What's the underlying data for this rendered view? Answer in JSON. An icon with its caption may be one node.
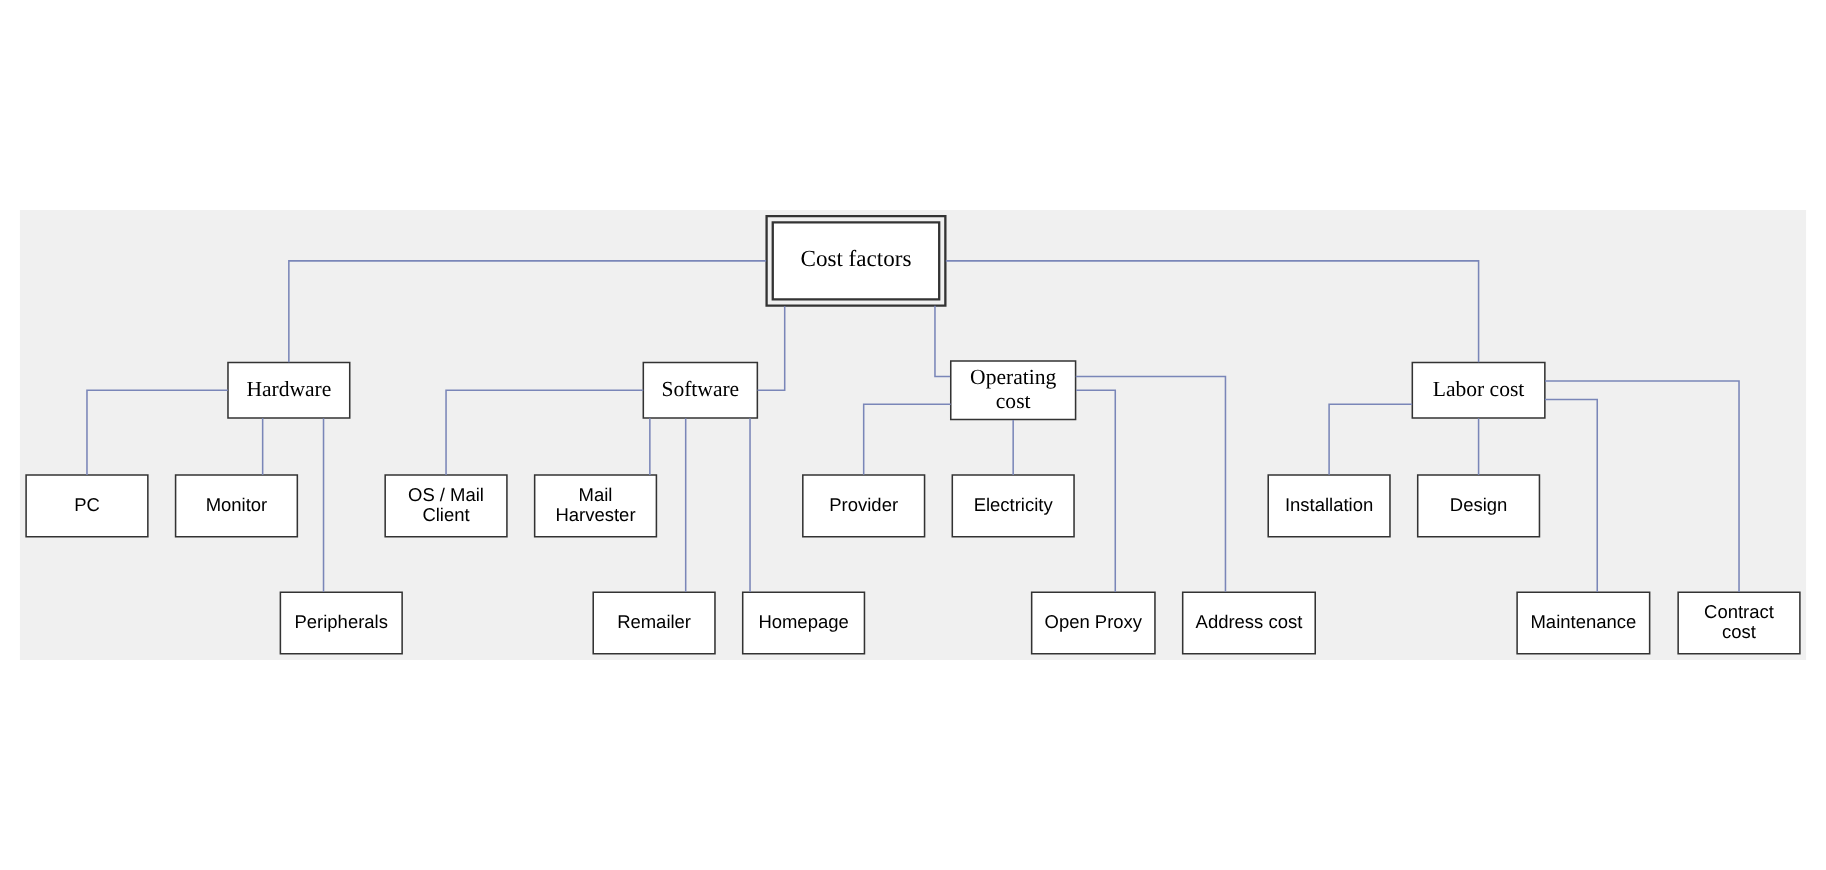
{
  "diagram": {
    "nodes": [
      {
        "text": [
          "Cost factors"
        ]
      },
      {
        "text": [
          "Hardware"
        ]
      },
      {
        "text": [
          "Software"
        ]
      },
      {
        "text": [
          "Operating cost"
        ]
      },
      {
        "text": [
          "Labor cost"
        ]
      },
      {
        "text": [
          "PC"
        ]
      },
      {
        "text": [
          "Monitor"
        ]
      },
      {
        "text": [
          "Peripherals"
        ]
      },
      {
        "text": [
          "OS / Mail Client"
        ]
      },
      {
        "text": [
          "Mail Harvester"
        ]
      },
      {
        "text": [
          "Remailer"
        ]
      },
      {
        "text": [
          "Homepage"
        ]
      },
      {
        "text": [
          "Provider"
        ]
      },
      {
        "text": [
          "Electricity"
        ]
      },
      {
        "text": [
          "Open Proxy"
        ]
      },
      {
        "text": [
          "Address cost"
        ]
      },
      {
        "text": [
          "Installation"
        ]
      },
      {
        "text": [
          "Design"
        ]
      },
      {
        "text": [
          "Maintenance"
        ]
      },
      {
        "text": [
          "Contract cost"
        ]
      }
    ],
    "edges": [
      {
        "from": 0,
        "to": 1,
        "arrow": "none"
      },
      {
        "from": 0,
        "to": 2,
        "arrow": "none"
      },
      {
        "from": 0,
        "to": 3,
        "arrow": "none"
      },
      {
        "from": 0,
        "to": 4,
        "arrow": "none"
      },
      {
        "from": 1,
        "to": 5,
        "arrow": "none"
      },
      {
        "from": 1,
        "to": 6,
        "arrow": "none"
      },
      {
        "from": 1,
        "to": 7,
        "arrow": "none"
      },
      {
        "from": 2,
        "to": 8,
        "arrow": "none"
      },
      {
        "from": 2,
        "to": 9,
        "arrow": "none"
      },
      {
        "from": 2,
        "to": 10,
        "arrow": "none"
      },
      {
        "from": 2,
        "to": 11,
        "arrow": "none"
      },
      {
        "from": 3,
        "to": 12,
        "arrow": "none"
      },
      {
        "from": 3,
        "to": 13,
        "arrow": "none"
      },
      {
        "from": 3,
        "to": 14,
        "arrow": "none"
      },
      {
        "from": 3,
        "to": 15,
        "arrow": "none"
      },
      {
        "from": 4,
        "to": 16,
        "arrow": "none"
      },
      {
        "from": 4,
        "to": 17,
        "arrow": "none"
      },
      {
        "from": 4,
        "to": 18,
        "arrow": "none"
      },
      {
        "from": 4,
        "to": 19,
        "arrow": "none"
      }
    ]
  }
}
